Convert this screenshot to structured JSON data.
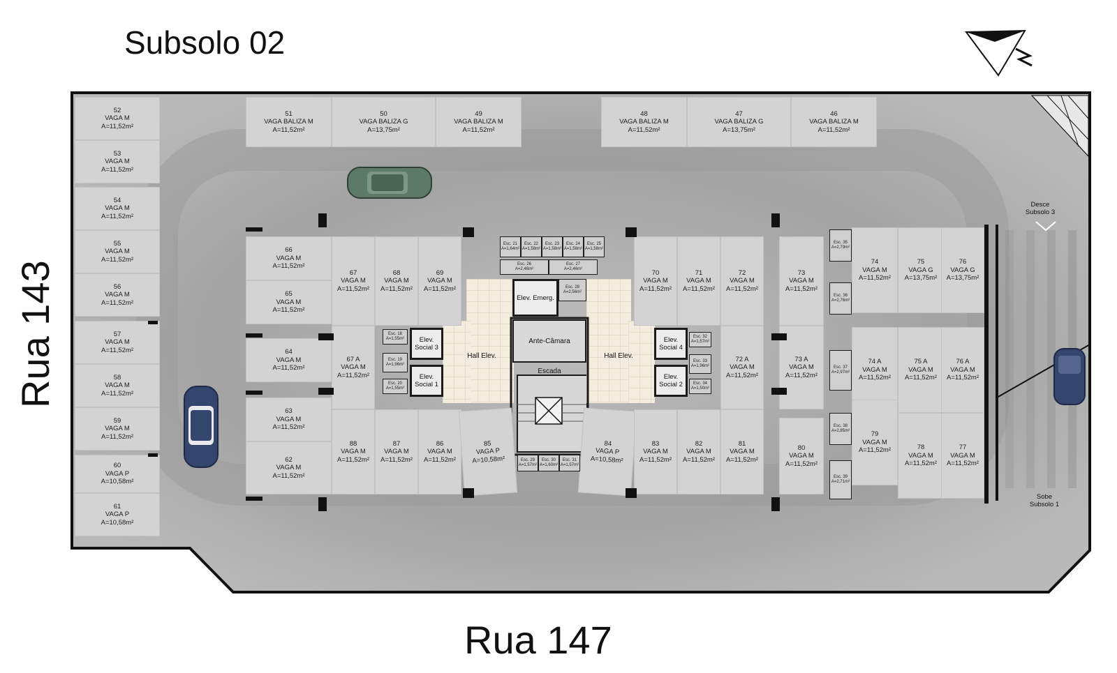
{
  "title": "Subsolo 02",
  "streets": {
    "left": "Rua 143",
    "bottom": "Rua 147"
  },
  "ramps": {
    "down": [
      "Desce",
      "Subsolo 3"
    ],
    "up": [
      "Sobe",
      "Subsolo 1"
    ]
  },
  "spots": [
    {
      "id": "52",
      "type": "VAGA M",
      "area": "A=11,52m²"
    },
    {
      "id": "53",
      "type": "VAGA M",
      "area": "A=11,52m²"
    },
    {
      "id": "54",
      "type": "VAGA M",
      "area": "A=11,52m²"
    },
    {
      "id": "55",
      "type": "VAGA M",
      "area": "A=11,52m²"
    },
    {
      "id": "56",
      "type": "VAGA M",
      "area": "A=11,52m²"
    },
    {
      "id": "57",
      "type": "VAGA M",
      "area": "A=11,52m²"
    },
    {
      "id": "58",
      "type": "VAGA M",
      "area": "A=11,52m²"
    },
    {
      "id": "59",
      "type": "VAGA M",
      "area": "A=11,52m²"
    },
    {
      "id": "60",
      "type": "VAGA P",
      "area": "A=10,58m²"
    },
    {
      "id": "61",
      "type": "VAGA P",
      "area": "A=10,58m²"
    },
    {
      "id": "51",
      "type": "VAGA BALIZA M",
      "area": "A=11,52m²"
    },
    {
      "id": "50",
      "type": "VAGA BALIZA G",
      "area": "A=13,75m²"
    },
    {
      "id": "49",
      "type": "VAGA BALIZA M",
      "area": "A=11,52m²"
    },
    {
      "id": "48",
      "type": "VAGA BALIZA M",
      "area": "A=11,52m²"
    },
    {
      "id": "47",
      "type": "VAGA BALIZA G",
      "area": "A=13,75m²"
    },
    {
      "id": "46",
      "type": "VAGA BALIZA M",
      "area": "A=11,52m²"
    },
    {
      "id": "66",
      "type": "VAGA M",
      "area": "A=11,52m²"
    },
    {
      "id": "65",
      "type": "VAGA M",
      "area": "A=11,52m²"
    },
    {
      "id": "64",
      "type": "VAGA M",
      "area": "A=11,52m²"
    },
    {
      "id": "63",
      "type": "VAGA M",
      "area": "A=11,52m²"
    },
    {
      "id": "62",
      "type": "VAGA M",
      "area": "A=11,52m²"
    },
    {
      "id": "67",
      "type": "VAGA M",
      "area": "A=11,52m²"
    },
    {
      "id": "68",
      "type": "VAGA M",
      "area": "A=11,52m²"
    },
    {
      "id": "69",
      "type": "VAGA M",
      "area": "A=11,52m²"
    },
    {
      "id": "67 A",
      "type": "VAGA M",
      "area": "A=11,52m²"
    },
    {
      "id": "88",
      "type": "VAGA M",
      "area": "A=11,52m²"
    },
    {
      "id": "87",
      "type": "VAGA M",
      "area": "A=11,52m²"
    },
    {
      "id": "86",
      "type": "VAGA M",
      "area": "A=11,52m²"
    },
    {
      "id": "85",
      "type": "VAGA P",
      "area": "A=10,58m²"
    },
    {
      "id": "84",
      "type": "VAGA P",
      "area": "A=10,58m²"
    },
    {
      "id": "83",
      "type": "VAGA M",
      "area": "A=11,52m²"
    },
    {
      "id": "82",
      "type": "VAGA M",
      "area": "A=11,52m²"
    },
    {
      "id": "81",
      "type": "VAGA M",
      "area": "A=11,52m²"
    },
    {
      "id": "70",
      "type": "VAGA M",
      "area": "A=11,52m²"
    },
    {
      "id": "71",
      "type": "VAGA M",
      "area": "A=11,52m²"
    },
    {
      "id": "72",
      "type": "VAGA M",
      "area": "A=11,52m²"
    },
    {
      "id": "72 A",
      "type": "VAGA M",
      "area": "A=11,52m²"
    },
    {
      "id": "73",
      "type": "VAGA M",
      "area": "A=11,52m²"
    },
    {
      "id": "73 A",
      "type": "VAGA M",
      "area": "A=11,52m²"
    },
    {
      "id": "80",
      "type": "VAGA M",
      "area": "A=11,52m²"
    },
    {
      "id": "74",
      "type": "VAGA M",
      "area": "A=11,52m²"
    },
    {
      "id": "75",
      "type": "VAGA G",
      "area": "A=13,75m²"
    },
    {
      "id": "76",
      "type": "VAGA G",
      "area": "A=13,75m²"
    },
    {
      "id": "74 A",
      "type": "VAGA M",
      "area": "A=11,52m²"
    },
    {
      "id": "75 A",
      "type": "VAGA M",
      "area": "A=11,52m²"
    },
    {
      "id": "76 A",
      "type": "VAGA M",
      "area": "A=11,52m²"
    },
    {
      "id": "79",
      "type": "VAGA M",
      "area": "A=11,52m²"
    },
    {
      "id": "78",
      "type": "VAGA M",
      "area": "A=11,52m²"
    },
    {
      "id": "77",
      "type": "VAGA M",
      "area": "A=11,52m²"
    }
  ],
  "storage": [
    {
      "id": "Esc. 21",
      "area": "A=1,64m²"
    },
    {
      "id": "Esc. 22",
      "area": "A=1,58m²"
    },
    {
      "id": "Esc. 23",
      "area": "A=1,58m²"
    },
    {
      "id": "Esc. 24",
      "area": "A=1,58m²"
    },
    {
      "id": "Esc. 25",
      "area": "A=1,58m²"
    },
    {
      "id": "Esc. 26",
      "area": "A=2,46m²"
    },
    {
      "id": "Esc. 27",
      "area": "A=2,46m²"
    },
    {
      "id": "Esc. 28",
      "area": "A=2,56m²"
    },
    {
      "id": "Esc. 18",
      "area": "A=1,55m²"
    },
    {
      "id": "Esc. 19",
      "area": "A=1,96m²"
    },
    {
      "id": "Esc. 20",
      "area": "A=1,55m²"
    },
    {
      "id": "Esc. 32",
      "area": "A=1,57m²"
    },
    {
      "id": "Esc. 33",
      "area": "A=1,96m²"
    },
    {
      "id": "Esc. 34",
      "area": "A=1,50m²"
    },
    {
      "id": "Esc. 29",
      "area": "A=1,57m²"
    },
    {
      "id": "Esc. 30",
      "area": "A=1,60m²"
    },
    {
      "id": "Esc. 31",
      "area": "A=1,57m²"
    },
    {
      "id": "Esc. 35",
      "area": "A=2,79m²"
    },
    {
      "id": "Esc. 36",
      "area": "A=2,76m²"
    },
    {
      "id": "Esc. 37",
      "area": "A=2,97m²"
    },
    {
      "id": "Esc. 38",
      "area": "A=2,85m²"
    },
    {
      "id": "Esc. 39",
      "area": "A=2,71m²"
    }
  ],
  "core": {
    "hall_left": "Hall Elev.",
    "hall_right": "Hall Elev.",
    "elev_emerg": "Elev. Emerg.",
    "ante_camara": "Ante-Câmara",
    "escada": "Escada",
    "elev_social": [
      [
        "Elev.",
        "Social 3"
      ],
      [
        "Elev.",
        "Social 1"
      ],
      [
        "Elev.",
        "Social 4"
      ],
      [
        "Elev.",
        "Social 2"
      ]
    ]
  },
  "colors": {
    "floor": "#a9a9a9",
    "spot": "#d3d3d3",
    "hall": "#f3ecdf",
    "car_green": "#5d7a68",
    "car_blue": "#34456e"
  }
}
